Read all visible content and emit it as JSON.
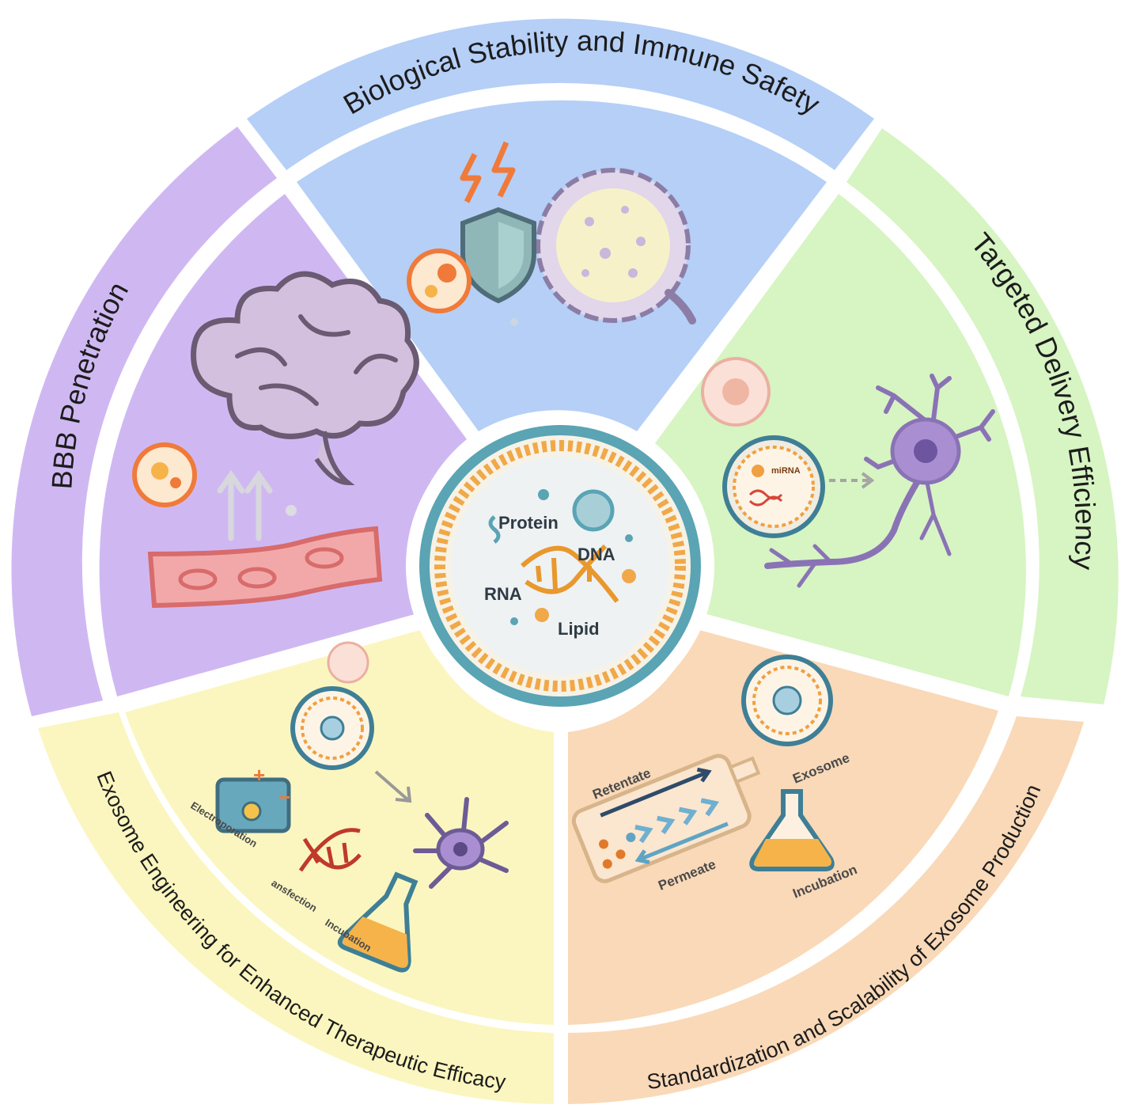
{
  "diagram": {
    "sections": {
      "top": {
        "title": "Biological Stability and Immune Safety",
        "color": "#b5cff7"
      },
      "right": {
        "title": "Targeted Delivery Efficiency",
        "color": "#d7f4c3"
      },
      "bottom_right": {
        "title": "Standardization and Scalability of Exosome Production",
        "color": "#f9d9b8"
      },
      "bottom_left": {
        "title": "Exosome Engineering for Enhanced Therapeutic Efficacy",
        "color": "#fbf6bf"
      },
      "left": {
        "title": "BBB Penetration",
        "color": "#cfb8f2"
      }
    },
    "core": {
      "protein": "Protein",
      "dna": "DNA",
      "rna": "RNA",
      "lipid": "Lipid"
    },
    "targeted": {
      "mirna": "miRNA"
    },
    "engineering": {
      "electroporation": "Electroporation",
      "transfection": "ansfection",
      "incubation": "Incubation",
      "plus": "+",
      "minus": "−"
    },
    "production": {
      "retentate": "Retentate",
      "permeate": "Permeate",
      "exosome": "Exosome",
      "incubation": "Incubation"
    },
    "icons": [
      "lightning-icon",
      "shield-icon",
      "immune-cell-icon",
      "exosome-icon",
      "brain-icon",
      "blood-vessel-icon",
      "neuron-icon",
      "dna-icon",
      "flask-icon",
      "filtration-device-icon"
    ]
  }
}
